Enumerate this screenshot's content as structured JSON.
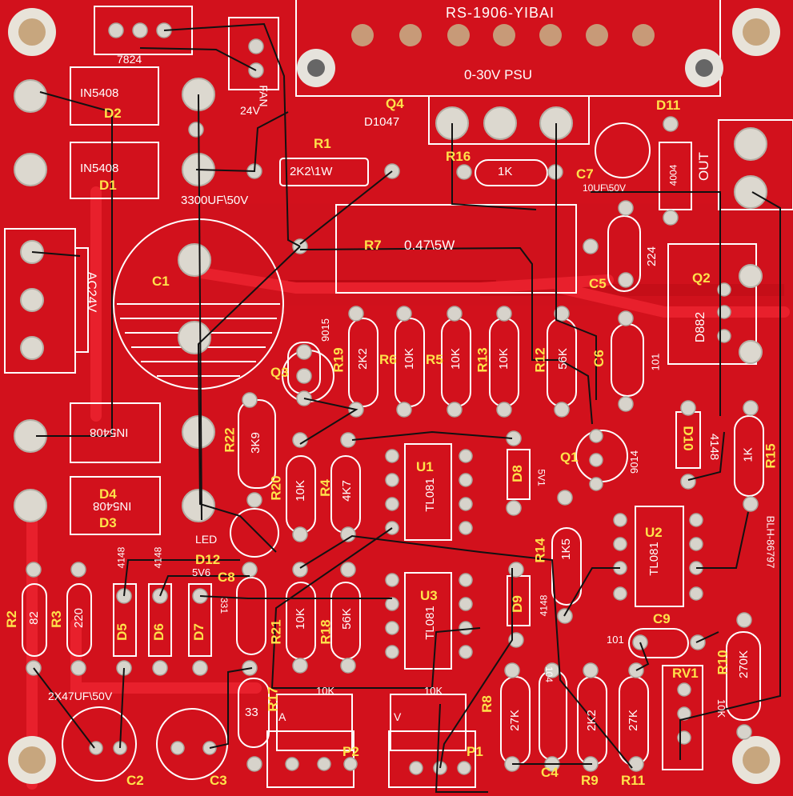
{
  "board": {
    "title": "RS-1906-YIBAI",
    "subtitle": "0-30V PSU",
    "regulator": "7824",
    "fan_v": "24V",
    "fan": "FAN",
    "ac": "AC24V",
    "out": "OUT",
    "c1_value": "3300UF\\50V",
    "c2_value": "2X47UF\\50V",
    "transistor_q4": "D1047",
    "q2_part": "D882",
    "q3_part": "9015",
    "q1_part": "9014",
    "serial": "BLH-86797",
    "led_label": "LED",
    "ammeter_label": "A",
    "volt_label": "V"
  },
  "parts": {
    "D1": {
      "ref": "D1",
      "val": "IN5408"
    },
    "D2": {
      "ref": "D2",
      "val": "IN5408"
    },
    "D3": {
      "ref": "D3",
      "val": "IN5408"
    },
    "D4": {
      "ref": "D4",
      "val": "IN5408"
    },
    "R1": {
      "ref": "R1",
      "val": "2K2\\1W"
    },
    "R7": {
      "ref": "R7",
      "val": "0.47\\5W"
    },
    "R16": {
      "ref": "R16",
      "val": "1K"
    },
    "C7": {
      "ref": "C7",
      "val": "10UF\\50V"
    },
    "D11": {
      "ref": "D11",
      "val": "4004"
    },
    "C5": {
      "ref": "C5",
      "val": "224"
    },
    "Q2": {
      "ref": "Q2"
    },
    "Q3": {
      "ref": "Q3"
    },
    "Q4": {
      "ref": "Q4"
    },
    "C1": {
      "ref": "C1"
    },
    "R19": {
      "ref": "R19",
      "val": "2K2"
    },
    "R6": {
      "ref": "R6",
      "val": "10K"
    },
    "R5": {
      "ref": "R5",
      "val": "10K"
    },
    "R13": {
      "ref": "R13",
      "val": "10K"
    },
    "R12": {
      "ref": "R12",
      "val": "56K"
    },
    "C6": {
      "ref": "C6",
      "val": "101"
    },
    "D10": {
      "ref": "D10",
      "val": "4148"
    },
    "R15": {
      "ref": "R15",
      "val": "1K"
    },
    "R22": {
      "ref": "R22",
      "val": "3K9"
    },
    "R20": {
      "ref": "R20",
      "val": "10K"
    },
    "R4": {
      "ref": "R4",
      "val": "4K7"
    },
    "U1": {
      "ref": "U1",
      "val": "TL081"
    },
    "D8": {
      "ref": "D8",
      "val": "5V1"
    },
    "Q1": {
      "ref": "Q1"
    },
    "U2": {
      "ref": "U2",
      "val": "TL081"
    },
    "R14": {
      "ref": "R14",
      "val": "1K5"
    },
    "U3": {
      "ref": "U3",
      "val": "TL081"
    },
    "D9": {
      "ref": "D9",
      "val": "4148"
    },
    "C9": {
      "ref": "C9",
      "val": "101"
    },
    "R10": {
      "ref": "R10",
      "val": "270K"
    },
    "RV1": {
      "ref": "RV1",
      "val": "10K"
    },
    "R2": {
      "ref": "R2",
      "val": "82"
    },
    "R3": {
      "ref": "R3",
      "val": "220"
    },
    "D5": {
      "ref": "D5",
      "val": "4148"
    },
    "D6": {
      "ref": "D6",
      "val": "4148"
    },
    "D7": {
      "ref": "D7",
      "val": "5V6"
    },
    "D12": {
      "ref": "D12"
    },
    "C8": {
      "ref": "C8",
      "val": "331"
    },
    "R21": {
      "ref": "R21",
      "val": "10K"
    },
    "R18": {
      "ref": "R18",
      "val": "56K"
    },
    "R17": {
      "ref": "R17",
      "val": "33"
    },
    "P2": {
      "ref": "P2",
      "val": "10K"
    },
    "P1": {
      "ref": "P1",
      "val": "10K"
    },
    "R8": {
      "ref": "R8",
      "val": "27K"
    },
    "C4": {
      "ref": "C4",
      "val": "104"
    },
    "R9": {
      "ref": "R9",
      "val": "2K2"
    },
    "R11": {
      "ref": "R11",
      "val": "27K"
    },
    "C2": {
      "ref": "C2"
    },
    "C3": {
      "ref": "C3"
    }
  },
  "colors": {
    "board": "#d0101c",
    "silk": "#ffffff",
    "label": "#ffe24a",
    "pad": "#c7c4bd",
    "wire": "#111111"
  }
}
